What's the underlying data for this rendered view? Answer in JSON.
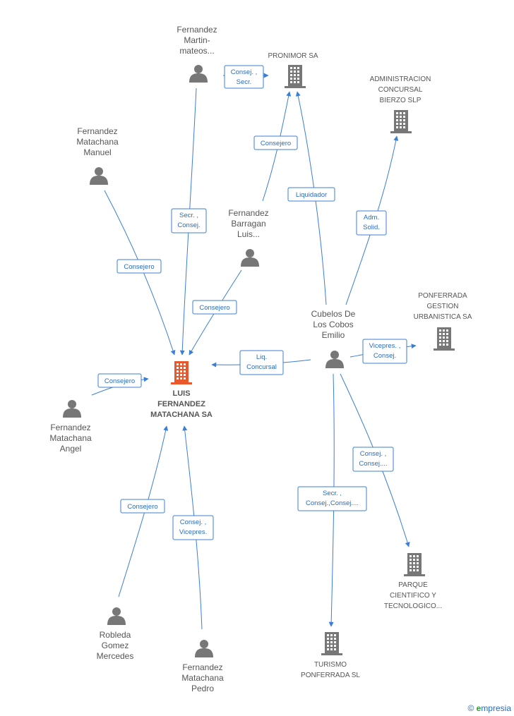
{
  "nodes": {
    "main": {
      "lines": [
        "LUIS",
        "FERNANDEZ",
        "MATACHANA SA"
      ],
      "type": "company",
      "main": true
    },
    "martin": {
      "lines": [
        "Fernandez",
        "Martin-",
        "mateos..."
      ],
      "type": "person"
    },
    "pronimor": {
      "lines": [
        "PRONIMOR SA"
      ],
      "type": "company"
    },
    "admin": {
      "lines": [
        "ADMINISTRACION",
        "CONCURSAL",
        "BIERZO SLP"
      ],
      "type": "company"
    },
    "manuel": {
      "lines": [
        "Fernandez",
        "Matachana",
        "Manuel"
      ],
      "type": "person"
    },
    "barragan": {
      "lines": [
        "Fernandez",
        "Barragan",
        "Luis..."
      ],
      "type": "person"
    },
    "cubelos": {
      "lines": [
        "Cubelos De",
        "Los Cobos",
        "Emilio"
      ],
      "type": "person"
    },
    "ponferrada": {
      "lines": [
        "PONFERRADA",
        "GESTION",
        "URBANISTICA SA"
      ],
      "type": "company"
    },
    "angel": {
      "lines": [
        "Fernandez",
        "Matachana",
        "Angel"
      ],
      "type": "person"
    },
    "parque": {
      "lines": [
        "PARQUE",
        "CIENTIFICO Y",
        "TECNOLOGICO..."
      ],
      "type": "company"
    },
    "robleda": {
      "lines": [
        "Robleda",
        "Gomez",
        "Mercedes"
      ],
      "type": "person"
    },
    "pedro": {
      "lines": [
        "Fernandez",
        "Matachana",
        "Pedro"
      ],
      "type": "person"
    },
    "turismo": {
      "lines": [
        "TURISMO",
        "PONFERRADA SL"
      ],
      "type": "company"
    }
  },
  "edges": [
    {
      "id": "martin-pronimor",
      "lines": [
        "Consej. ,",
        "Secr."
      ]
    },
    {
      "id": "martin-main",
      "lines": [
        "Secr. ,",
        "Consej."
      ]
    },
    {
      "id": "barragan-pronimor",
      "lines": [
        "Consejero"
      ]
    },
    {
      "id": "cubelos-pronimor",
      "lines": [
        "Liquidador"
      ]
    },
    {
      "id": "cubelos-admin",
      "lines": [
        "Adm.",
        "Solid."
      ]
    },
    {
      "id": "manuel-main",
      "lines": [
        "Consejero"
      ]
    },
    {
      "id": "barragan-main",
      "lines": [
        "Consejero"
      ]
    },
    {
      "id": "cubelos-main",
      "lines": [
        "Liq.",
        "Concursal"
      ]
    },
    {
      "id": "cubelos-ponferrada",
      "lines": [
        "Vicepres. ,",
        "Consej."
      ]
    },
    {
      "id": "angel-main",
      "lines": [
        "Consejero"
      ]
    },
    {
      "id": "cubelos-parque",
      "lines": [
        "Consej. ,",
        "Consej...."
      ]
    },
    {
      "id": "cubelos-turismo",
      "lines": [
        "Secr. ,",
        "Consej.,Consej...."
      ]
    },
    {
      "id": "robleda-main",
      "lines": [
        "Consejero"
      ]
    },
    {
      "id": "pedro-main",
      "lines": [
        "Consej. ,",
        "Vicepres."
      ]
    }
  ],
  "footer": {
    "copyright": "©",
    "brand_initial": "e",
    "brand_rest": "mpresia"
  },
  "colors": {
    "edge": "#3b7fd4",
    "node": "#777777",
    "main_node": "#e8582a"
  }
}
